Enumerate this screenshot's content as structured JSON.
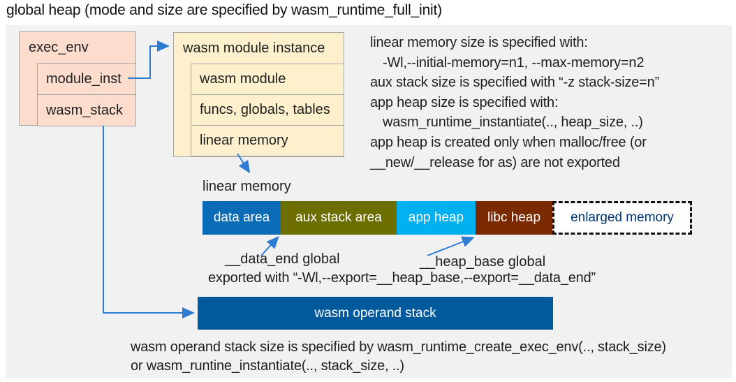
{
  "title": "global heap (mode and size are specified by wasm_runtime_full_init)",
  "exec_env": {
    "title": "exec_env",
    "rows": [
      {
        "label": "module_inst"
      },
      {
        "label": "wasm_stack"
      }
    ]
  },
  "module_instance": {
    "title": "wasm module instance",
    "rows": [
      {
        "label": "wasm module"
      },
      {
        "label": "funcs, globals, tables"
      },
      {
        "label": "linear memory"
      }
    ]
  },
  "right_notes": {
    "lines": [
      "linear memory size is specified with:",
      "-Wl,--initial-memory=n1, --max-memory=n2",
      "aux stack size is specified with “-z stack-size=n”",
      "app heap size is specified with:",
      "wasm_runtime_instantiate(.., heap_size, ..)",
      "app heap is created only when malloc/free (or",
      "__new/__release for as) are not exported"
    ]
  },
  "linear_memory": {
    "label": "linear memory",
    "segments": [
      {
        "label": "data area",
        "color": "#0a6cb6"
      },
      {
        "label": "aux stack area",
        "color": "#6d6e00"
      },
      {
        "label": "app heap",
        "color": "#00b0ef"
      },
      {
        "label": "libc heap",
        "color": "#7b2a00"
      },
      {
        "label": "enlarged memory",
        "color": "#ffffff",
        "text_color": "#00356f",
        "border": "dashed"
      }
    ]
  },
  "globals": {
    "data_end": "__data_end global",
    "heap_base": "__heap_base global",
    "exported": "exported with “-Wl,--export=__heap_base,--export=__data_end”"
  },
  "operand_stack": {
    "label": "wasm operand stack",
    "color": "#005a9b"
  },
  "footer": {
    "lines": [
      "wasm operand stack size is specified by wasm_runtime_create_exec_env(.., stack_size)",
      "or wasm_runtine_instantiate(.., stack_size, ..)"
    ]
  },
  "colors": {
    "panel_bg": "#f1f1f2",
    "exec_env_fill": "#fbdccd",
    "module_instance_fill": "#fdf0cd",
    "box_border": "#a6a6a6",
    "arrow_blue": "#2e7bd2"
  }
}
